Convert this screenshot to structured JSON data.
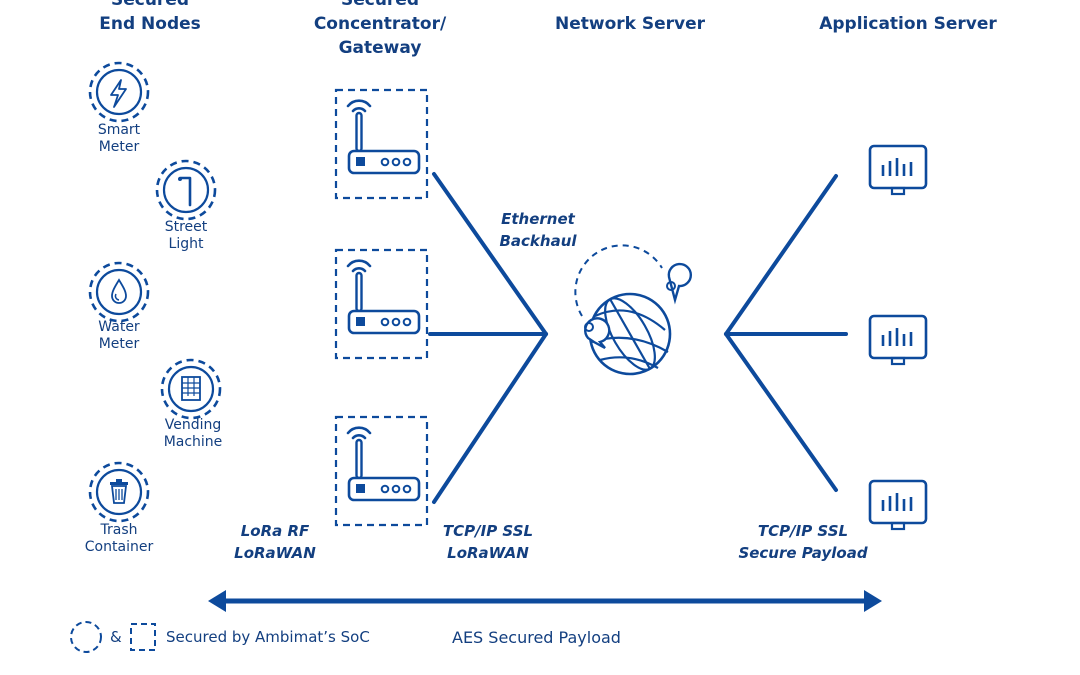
{
  "headers": {
    "end_nodes": [
      "Secured",
      "End Nodes"
    ],
    "gateway": [
      "Secured",
      "Concentrator/",
      "Gateway"
    ],
    "network_server": "Network Server",
    "application_server": "Application Server"
  },
  "end_nodes": [
    {
      "icon": "lightning-icon",
      "label": [
        "Smart",
        "Meter"
      ]
    },
    {
      "icon": "street-light-icon",
      "label": [
        "Street",
        "Light"
      ]
    },
    {
      "icon": "water-drop-icon",
      "label": [
        "Water",
        "Meter"
      ]
    },
    {
      "icon": "vending-machine-icon",
      "label": [
        "Vending",
        "Machine"
      ]
    },
    {
      "icon": "trash-can-icon",
      "label": [
        "Trash",
        "Container"
      ]
    }
  ],
  "gateways": [
    {
      "icon": "router-icon"
    },
    {
      "icon": "router-icon"
    },
    {
      "icon": "router-icon"
    }
  ],
  "network_server": {
    "icon": "globe-icon"
  },
  "app_servers": [
    {
      "icon": "monitor-chart-icon"
    },
    {
      "icon": "monitor-chart-icon"
    },
    {
      "icon": "monitor-chart-icon"
    }
  ],
  "protocols": {
    "ethernet": [
      "Ethernet",
      "Backhaul"
    ],
    "lora": [
      "LoRa RF",
      "LoRaWAN"
    ],
    "gateway_link": [
      "TCP/IP SSL",
      "LoRaWAN"
    ],
    "app_link": [
      "TCP/IP SSL",
      "Secure Payload"
    ]
  },
  "legend": {
    "ampersand": "&",
    "secured_text": "Secured by Ambimat’s SoC",
    "payload_text": "AES Secured Payload"
  },
  "colors": {
    "primary": "#0d4a9c",
    "text": "#133f80"
  }
}
